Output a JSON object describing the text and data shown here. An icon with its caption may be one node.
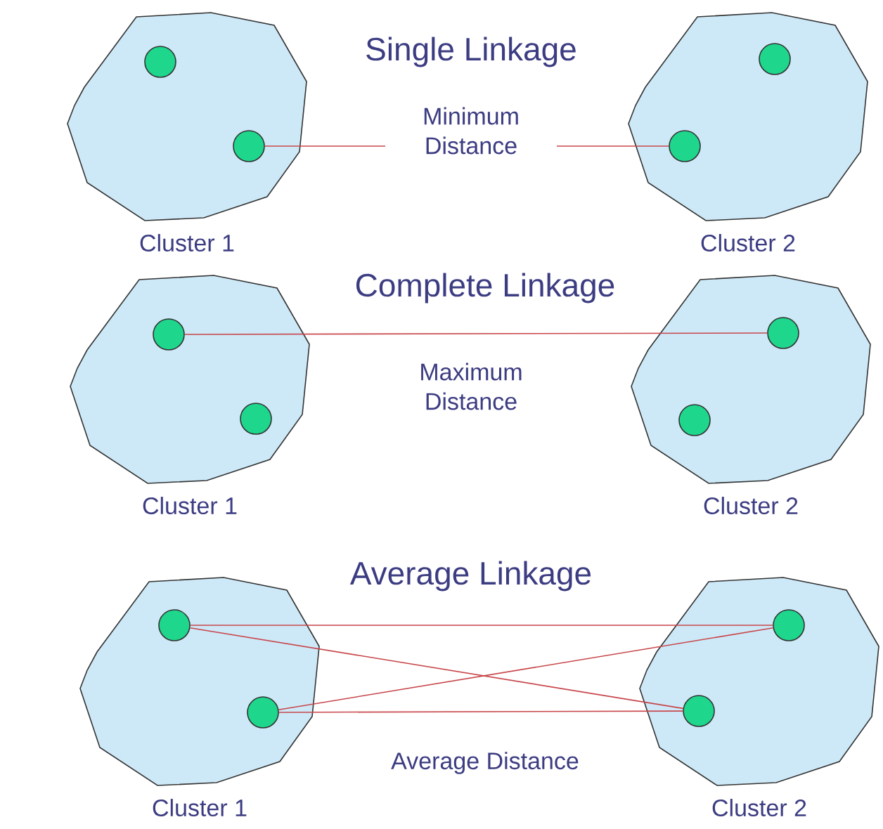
{
  "diagram": {
    "nodes": [
      {
        "text": [
          "Cluster 1"
        ]
      },
      {
        "text": [],
        "shape": "circle",
        "in": 0
      },
      {
        "text": [],
        "shape": "circle",
        "in": 0
      },
      {
        "text": [
          "Cluster 2"
        ]
      },
      {
        "text": [],
        "shape": "circle",
        "in": 3
      },
      {
        "text": [],
        "shape": "circle",
        "in": 3
      },
      {
        "text": [
          "Cluster 1"
        ]
      },
      {
        "text": [],
        "shape": "circle",
        "in": 6
      },
      {
        "text": [],
        "shape": "circle",
        "in": 6
      },
      {
        "text": [
          "Cluster 2"
        ]
      },
      {
        "text": [],
        "shape": "circle",
        "in": 9
      },
      {
        "text": [],
        "shape": "circle",
        "in": 9
      },
      {
        "text": [
          "Cluster 1"
        ]
      },
      {
        "text": [],
        "shape": "circle",
        "in": 12
      },
      {
        "text": [],
        "shape": "circle",
        "in": 12
      },
      {
        "text": [
          "Cluster 2"
        ]
      },
      {
        "text": [],
        "shape": "circle",
        "in": 15
      },
      {
        "text": [],
        "shape": "circle",
        "in": 15
      }
    ],
    "edges": [
      {
        "from": 2,
        "to": 5,
        "arrow": "none",
        "label": "Minimum Distance"
      },
      {
        "from": 7,
        "to": 10,
        "arrow": "none",
        "label": "Maximum Distance"
      },
      {
        "from": 13,
        "to": 16,
        "arrow": "none"
      },
      {
        "from": 13,
        "to": 17,
        "arrow": "none"
      },
      {
        "from": 14,
        "to": 16,
        "arrow": "none"
      },
      {
        "from": 14,
        "to": 17,
        "arrow": "none"
      }
    ],
    "labels": [
      "Single Linkage",
      "Complete Linkage",
      "Average Linkage",
      "Average Distance"
    ]
  }
}
